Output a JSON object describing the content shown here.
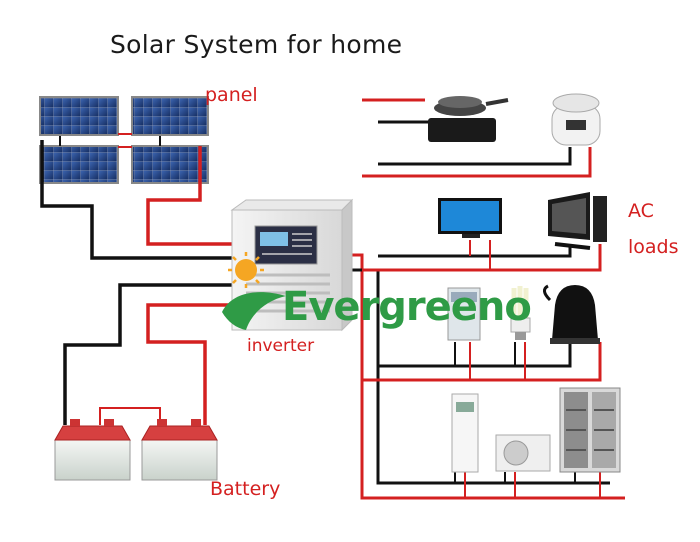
{
  "title": "Solar System for home",
  "labels": {
    "panel": "panel",
    "inverter": "inverter",
    "battery": "Battery",
    "ac_line1": "AC",
    "ac_line2": "loads"
  },
  "brand": "Evergreeno",
  "colors": {
    "positive_wire": "#d42020",
    "negative_wire": "#111111",
    "brand_green": "#2f9b46",
    "sun": "#f5a623",
    "panel_cell": "#1e3c78",
    "battery_top": "#d64040"
  },
  "ac_loads": [
    "induction-cooker",
    "rice-cooker",
    "tv",
    "desktop-computer",
    "washing-machine",
    "energy-saving-lamp",
    "electric-kettle",
    "floor-air-conditioner",
    "split-air-conditioner",
    "refrigerator"
  ]
}
